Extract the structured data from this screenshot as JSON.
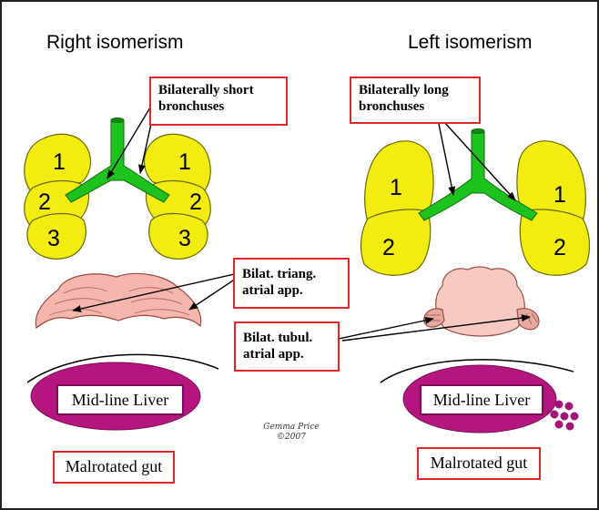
{
  "headings": {
    "right": "Right isomerism",
    "left": "Left isomerism"
  },
  "labels": {
    "short_bronchus_1": "Bilaterally short",
    "short_bronchus_2": "bronchuses",
    "long_bronchus_1": "Bilaterally long",
    "long_bronchus_2": "bronchuses",
    "triang_1": "Bilat. triang.",
    "triang_2": "atrial app.",
    "tubul_1": "Bilat. tubul.",
    "tubul_2": "atrial app.",
    "liver_left": "Mid-line Liver",
    "liver_right": "Mid-line Liver",
    "gut_left": "Malrotated gut",
    "gut_right": "Malrotated gut"
  },
  "lobe_numbers": {
    "right_isomerism": {
      "left_lung": [
        "1",
        "2",
        "3"
      ],
      "right_lung": [
        "1",
        "2",
        "3"
      ]
    },
    "left_isomerism": {
      "left_lung": [
        "1",
        "2"
      ],
      "right_lung": [
        "1",
        "2"
      ]
    }
  },
  "signature": {
    "name": "Gemma Price",
    "year": "©2007"
  },
  "colors": {
    "lung": "#f2ec10",
    "bronchus": "#1dc21d",
    "atrium": "#f4b6ad",
    "liver": "#b5157f",
    "spleen": "#a3157a",
    "box_border": "#e0252a"
  }
}
